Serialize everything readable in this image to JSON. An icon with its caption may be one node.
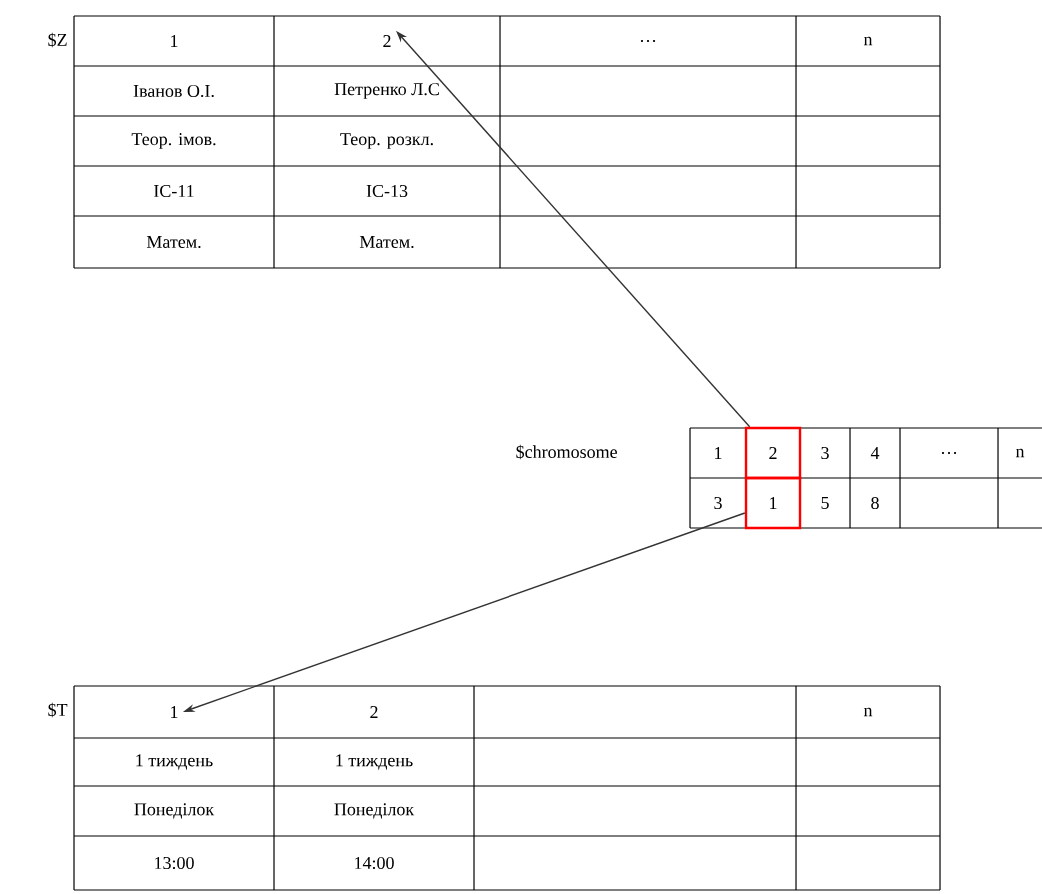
{
  "diagram": {
    "nodes": [
      {
        "text": [
          "2"
        ]
      },
      {
        "text": [
          "2"
        ]
      },
      {
        "text": [
          "1"
        ]
      },
      {
        "text": [
          "1"
        ]
      }
    ],
    "edges": [
      {
        "from": 1,
        "to": 0,
        "arrow": "to"
      },
      {
        "from": 2,
        "to": 3,
        "arrow": "to"
      }
    ],
    "labels": [
      "$Z",
      "1",
      "…",
      "n",
      "Іванов О.І.",
      "Петренко Л.С",
      "Теор. імов.",
      "Теор. розкл.",
      "ІС-11",
      "ІС-13",
      "Матем.",
      "Матем.",
      "$chromosome",
      "1",
      "3",
      "4",
      "…",
      "n",
      "3",
      "5",
      "8",
      "$T",
      "2",
      "n",
      "1 тиждень",
      "1 тиждень",
      "Понеділок",
      "Понеділок",
      "13:00",
      "14:00"
    ]
  }
}
